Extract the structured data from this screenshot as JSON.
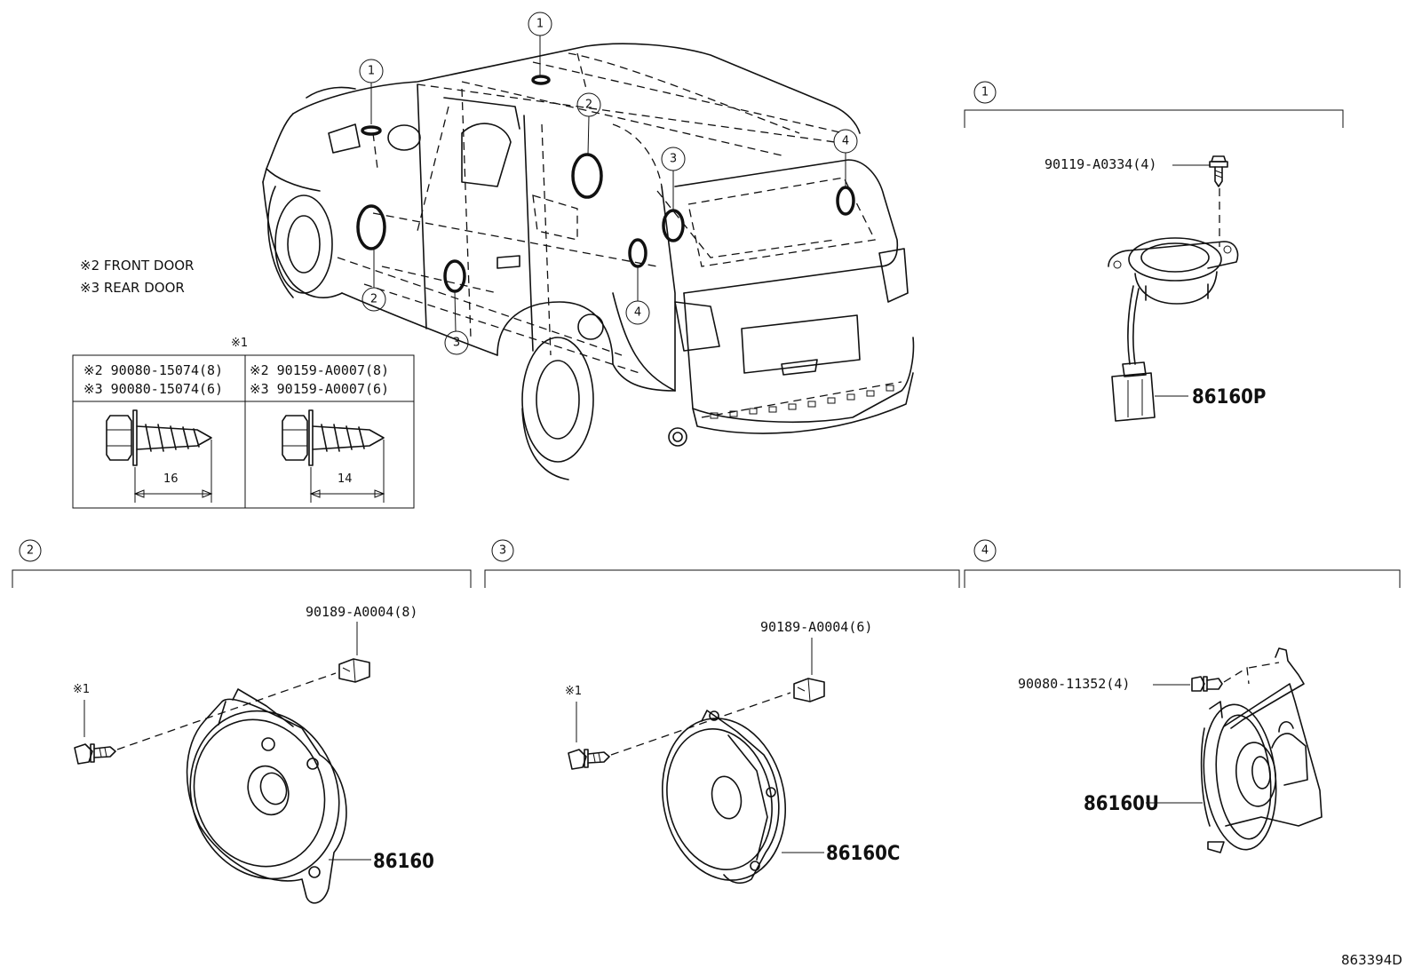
{
  "callouts": {
    "c1": "1",
    "c2": "2",
    "c3": "3",
    "c4": "4"
  },
  "notes": {
    "front_door": "※2 FRONT DOOR",
    "rear_door": "※3 REAR DOOR"
  },
  "screw_table": {
    "ref": "※1",
    "col1_row1": "※2 90080-15074(8)",
    "col1_row2": "※3 90080-15074(6)",
    "col2_row1": "※2 90159-A0007(8)",
    "col2_row2": "※3 90159-A0007(6)",
    "dim1": "16",
    "dim2": "14"
  },
  "section_1": {
    "screw": "90119-A0334(4)",
    "speaker": "86160P"
  },
  "section_2": {
    "nut": "90189-A0004(8)",
    "screw_ref": "※1",
    "speaker": "86160"
  },
  "section_3": {
    "nut": "90189-A0004(6)",
    "screw_ref": "※1",
    "speaker": "86160C"
  },
  "section_4": {
    "screw": "90080-11352(4)",
    "speaker": "86160U"
  },
  "diagram_id": "863394D"
}
